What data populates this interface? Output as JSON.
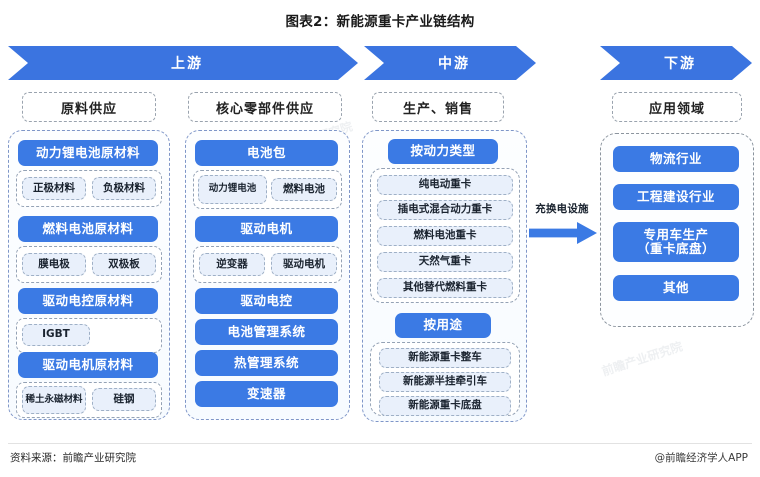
{
  "title": "图表2：新能源重卡产业链结构",
  "banners": [
    {
      "label": "上游"
    },
    {
      "label": "中游"
    },
    {
      "label": "下游"
    }
  ],
  "subheads": [
    {
      "label": "原料供应"
    },
    {
      "label": "核心零部件供应"
    },
    {
      "label": "生产、销售"
    },
    {
      "label": "应用领域"
    }
  ],
  "upstream_materials": {
    "groups": [
      {
        "title": "动力锂电池原材料",
        "items": [
          "正极材料",
          "负极材料"
        ]
      },
      {
        "title": "燃料电池原材料",
        "items": [
          "膜电极",
          "双极板"
        ]
      },
      {
        "title": "驱动电控原材料",
        "items": [
          "IGBT"
        ]
      },
      {
        "title": "驱动电机原材料",
        "items": [
          "稀土永磁材料",
          "硅钢"
        ]
      }
    ]
  },
  "upstream_components": {
    "groups": [
      {
        "title": "电池包",
        "items": [
          "动力锂电池",
          "燃料电池"
        ]
      },
      {
        "title": "驱动电机",
        "items": [
          "逆变器",
          "驱动电机"
        ]
      }
    ],
    "singles": [
      "驱动电控",
      "电池管理系统",
      "热管理系统",
      "变速器"
    ]
  },
  "midstream": {
    "groups": [
      {
        "title": "按动力类型",
        "items": [
          "纯电动重卡",
          "插电式混合动力重卡",
          "燃料电池重卡",
          "天然气重卡",
          "其他替代燃料重卡"
        ]
      },
      {
        "title": "按用途",
        "items": [
          "新能源重卡整车",
          "新能源半挂牵引车",
          "新能源重卡底盘"
        ]
      }
    ]
  },
  "connector": {
    "label": "充换电设施"
  },
  "downstream": {
    "items": [
      "物流行业",
      "工程建设行业",
      "专用车生产\n（重卡底盘）",
      "其他"
    ]
  },
  "footer": {
    "source": "资料来源：前瞻产业研究院",
    "brand": "@前瞻经济学人APP"
  },
  "colors": {
    "primary_blue": "#3b7ae4",
    "banner_blue": "#3b74e0",
    "chip_bg": "#e9f0fb",
    "dashed_border": "#7f96c8"
  }
}
